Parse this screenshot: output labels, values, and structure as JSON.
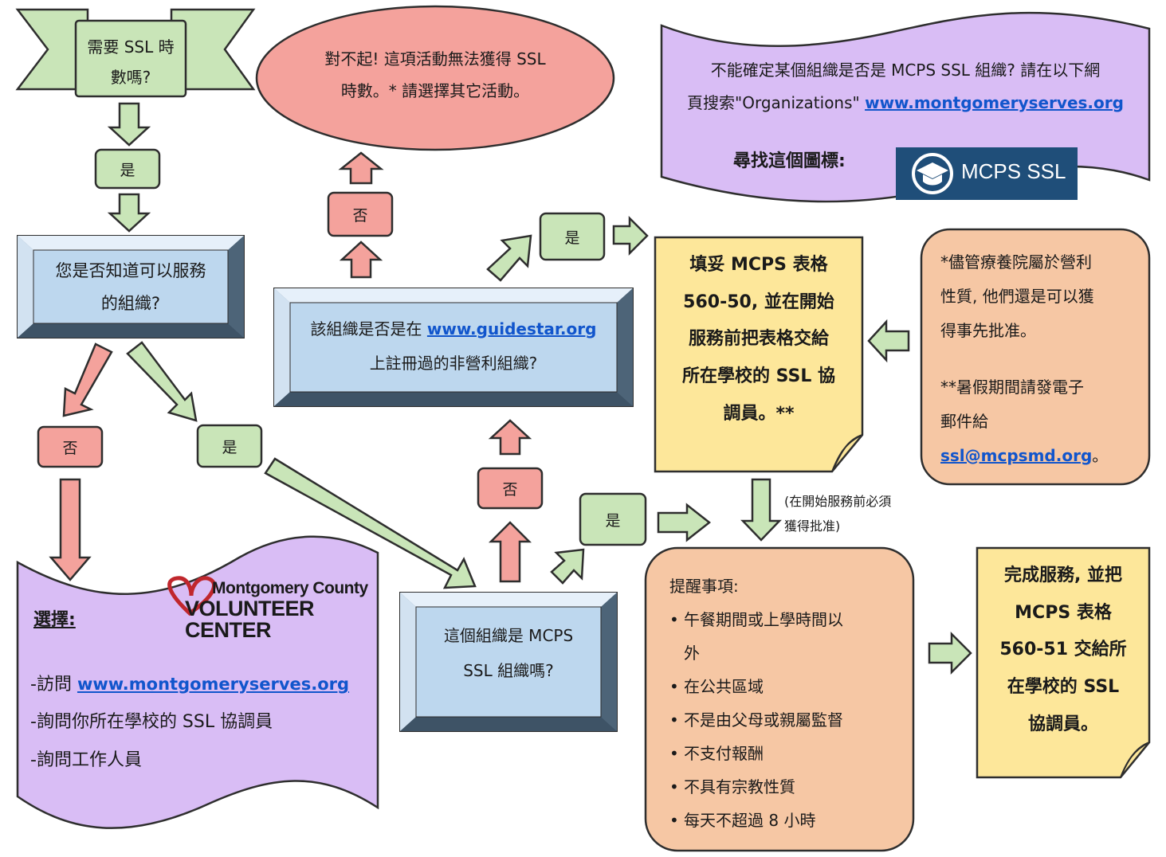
{
  "start": {
    "line1": "需要 SSL 時",
    "line2": "數嗎?"
  },
  "labels": {
    "yes": "是",
    "no": "否"
  },
  "sorry": {
    "line1": "對不起! 這項活動無法獲得 SSL",
    "line2": "時數。* 請選擇其它活動。"
  },
  "unsure": {
    "line1": "不能確定某個組織是否是 MCPS SSL 組織? 請在以下網",
    "line2_prefix": "頁搜索\"Organizations\"",
    "link": "www.montgomeryserves.org",
    "find_icon": "尋找這個圖標:",
    "logo_text": "MCPS SSL"
  },
  "know_org": {
    "line1": "您是否知道可以服務",
    "line2": "的組織?"
  },
  "guidestar": {
    "prefix": "該組織是否是在",
    "link": "www.guidestar.org",
    "line2": "上註冊過的非營利組織?"
  },
  "complete_form": {
    "line1": "填妥 MCPS 表格",
    "line2": "560-50, 並在開始",
    "line3": "服務前把表格交給",
    "line4": "所在學校的 SSL 協",
    "line5": "調員。**"
  },
  "note": {
    "line1": "*儘管療養院屬於營利",
    "line2": "性質, 他們還是可以獲",
    "line3": "得事先批准。",
    "line4": "**暑假期間請發電子",
    "line5": "郵件給",
    "email": "ssl@mcpsmd.org",
    "email_suffix": "。"
  },
  "approval": {
    "line1": "(在開始服務前必須",
    "line2": "獲得批准)"
  },
  "volunteer": {
    "logo_line1": "Montgomery County",
    "logo_line2": "VOLUNTEER CENTER",
    "heading": "選擇:",
    "item1_prefix": "-訪問",
    "item1_link": "www.montgomeryserves.org",
    "item2": "-詢問你所在學校的 SSL 協調員",
    "item3": "-詢問工作人員"
  },
  "mcps_org": {
    "line1": "這個組織是 MCPS",
    "line2": "SSL 組織嗎?"
  },
  "reminders": {
    "title": "提醒事項:",
    "items": [
      "午餐期間或上學時間以",
      "外",
      "在公共區域",
      "不是由父母或親屬監督",
      "不支付報酬",
      "不具有宗教性質",
      "每天不超過 8 小時"
    ]
  },
  "finish": {
    "line1": "完成服務, 並把",
    "line2": "MCPS 表格",
    "line3": "560-51 交給所",
    "line4": "在學校的 SSL",
    "line5": "協調員。"
  },
  "colors": {
    "green_fill": "#c9e5b8",
    "green_stroke": "#2e2e2e",
    "red_fill": "#f4a29c",
    "purple_fill": "#d9bdf5",
    "blue_fill": "#bdd7ee",
    "orange_fill": "#f6c7a4",
    "yellow_fill": "#fde79a",
    "logo_blue": "#1f4e79",
    "heart_red": "#c0272d"
  }
}
